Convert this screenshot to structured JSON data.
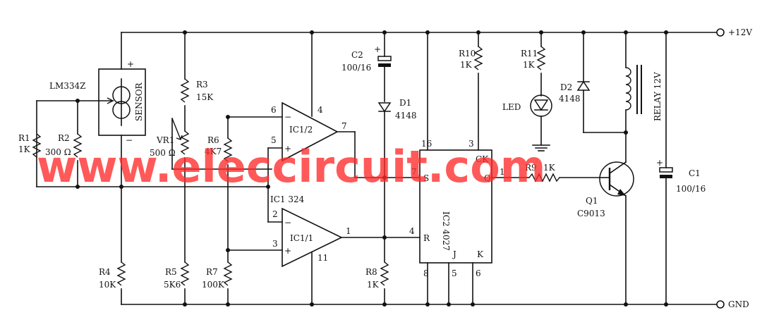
{
  "labels": {
    "vcc": "+12V",
    "gnd": "GND",
    "sensor_part": "LM334Z",
    "sensor": "SENSOR",
    "plus": "+",
    "minus": "−",
    "r1_ref": "R1",
    "r1_val": "1K",
    "r2_ref": "R2",
    "r2_val": "300 Ω",
    "r3_ref": "R3",
    "r3_val": "15K",
    "r4_ref": "R4",
    "r4_val": "10K",
    "r5_ref": "R5",
    "r5_val": "5K6",
    "r6_ref": "R6",
    "r6_val": "4K7",
    "r7_ref": "R7",
    "r7_val": "100K",
    "r8_ref": "R8",
    "r8_val": "1K",
    "r9_ref": "R9",
    "r9_val": "1K",
    "r10_ref": "R10",
    "r10_val": "1K",
    "r11_ref": "R11",
    "r11_val": "1K",
    "vr1_ref": "VR1",
    "vr1_val": "500 Ω",
    "c1_ref": "C1",
    "c1_val": "100/16",
    "c2_ref": "C2",
    "c2_val": "100/16",
    "d1_ref": "D1",
    "d1_val": "4148",
    "d2_ref": "D2",
    "d2_val": "4148",
    "led": "LED",
    "relay": "RELAY 12V",
    "q1_ref": "Q1",
    "q1_val": "C9013",
    "ic1_2": "IC1/2",
    "ic1_1": "IC1/1",
    "ic1_name": "IC1 324",
    "ic2_name": "IC2 4027",
    "pin_6": "6",
    "pin_5": "5",
    "pin_4": "4",
    "pin_7": "7",
    "pin_2": "2",
    "pin_3": "3",
    "pin_11": "11",
    "pin_1": "1",
    "ic2_pin_16": "16",
    "ic2_pin_3": "3",
    "ic2_pin_7": "7",
    "ic2_pin_1": "1",
    "ic2_pin_4": "4",
    "ic2_pin_8": "8",
    "ic2_pin_5": "5",
    "ic2_pin_6": "6",
    "ic2_ck": "CK",
    "ic2_s": "S",
    "ic2_q": "Q",
    "ic2_r": "R",
    "ic2_j": "J",
    "ic2_k": "K"
  },
  "watermark": "www.eleccircuit.com",
  "colors": {
    "ink": "#111111",
    "watermark": "#ff2a2a",
    "background": "#ffffff"
  }
}
